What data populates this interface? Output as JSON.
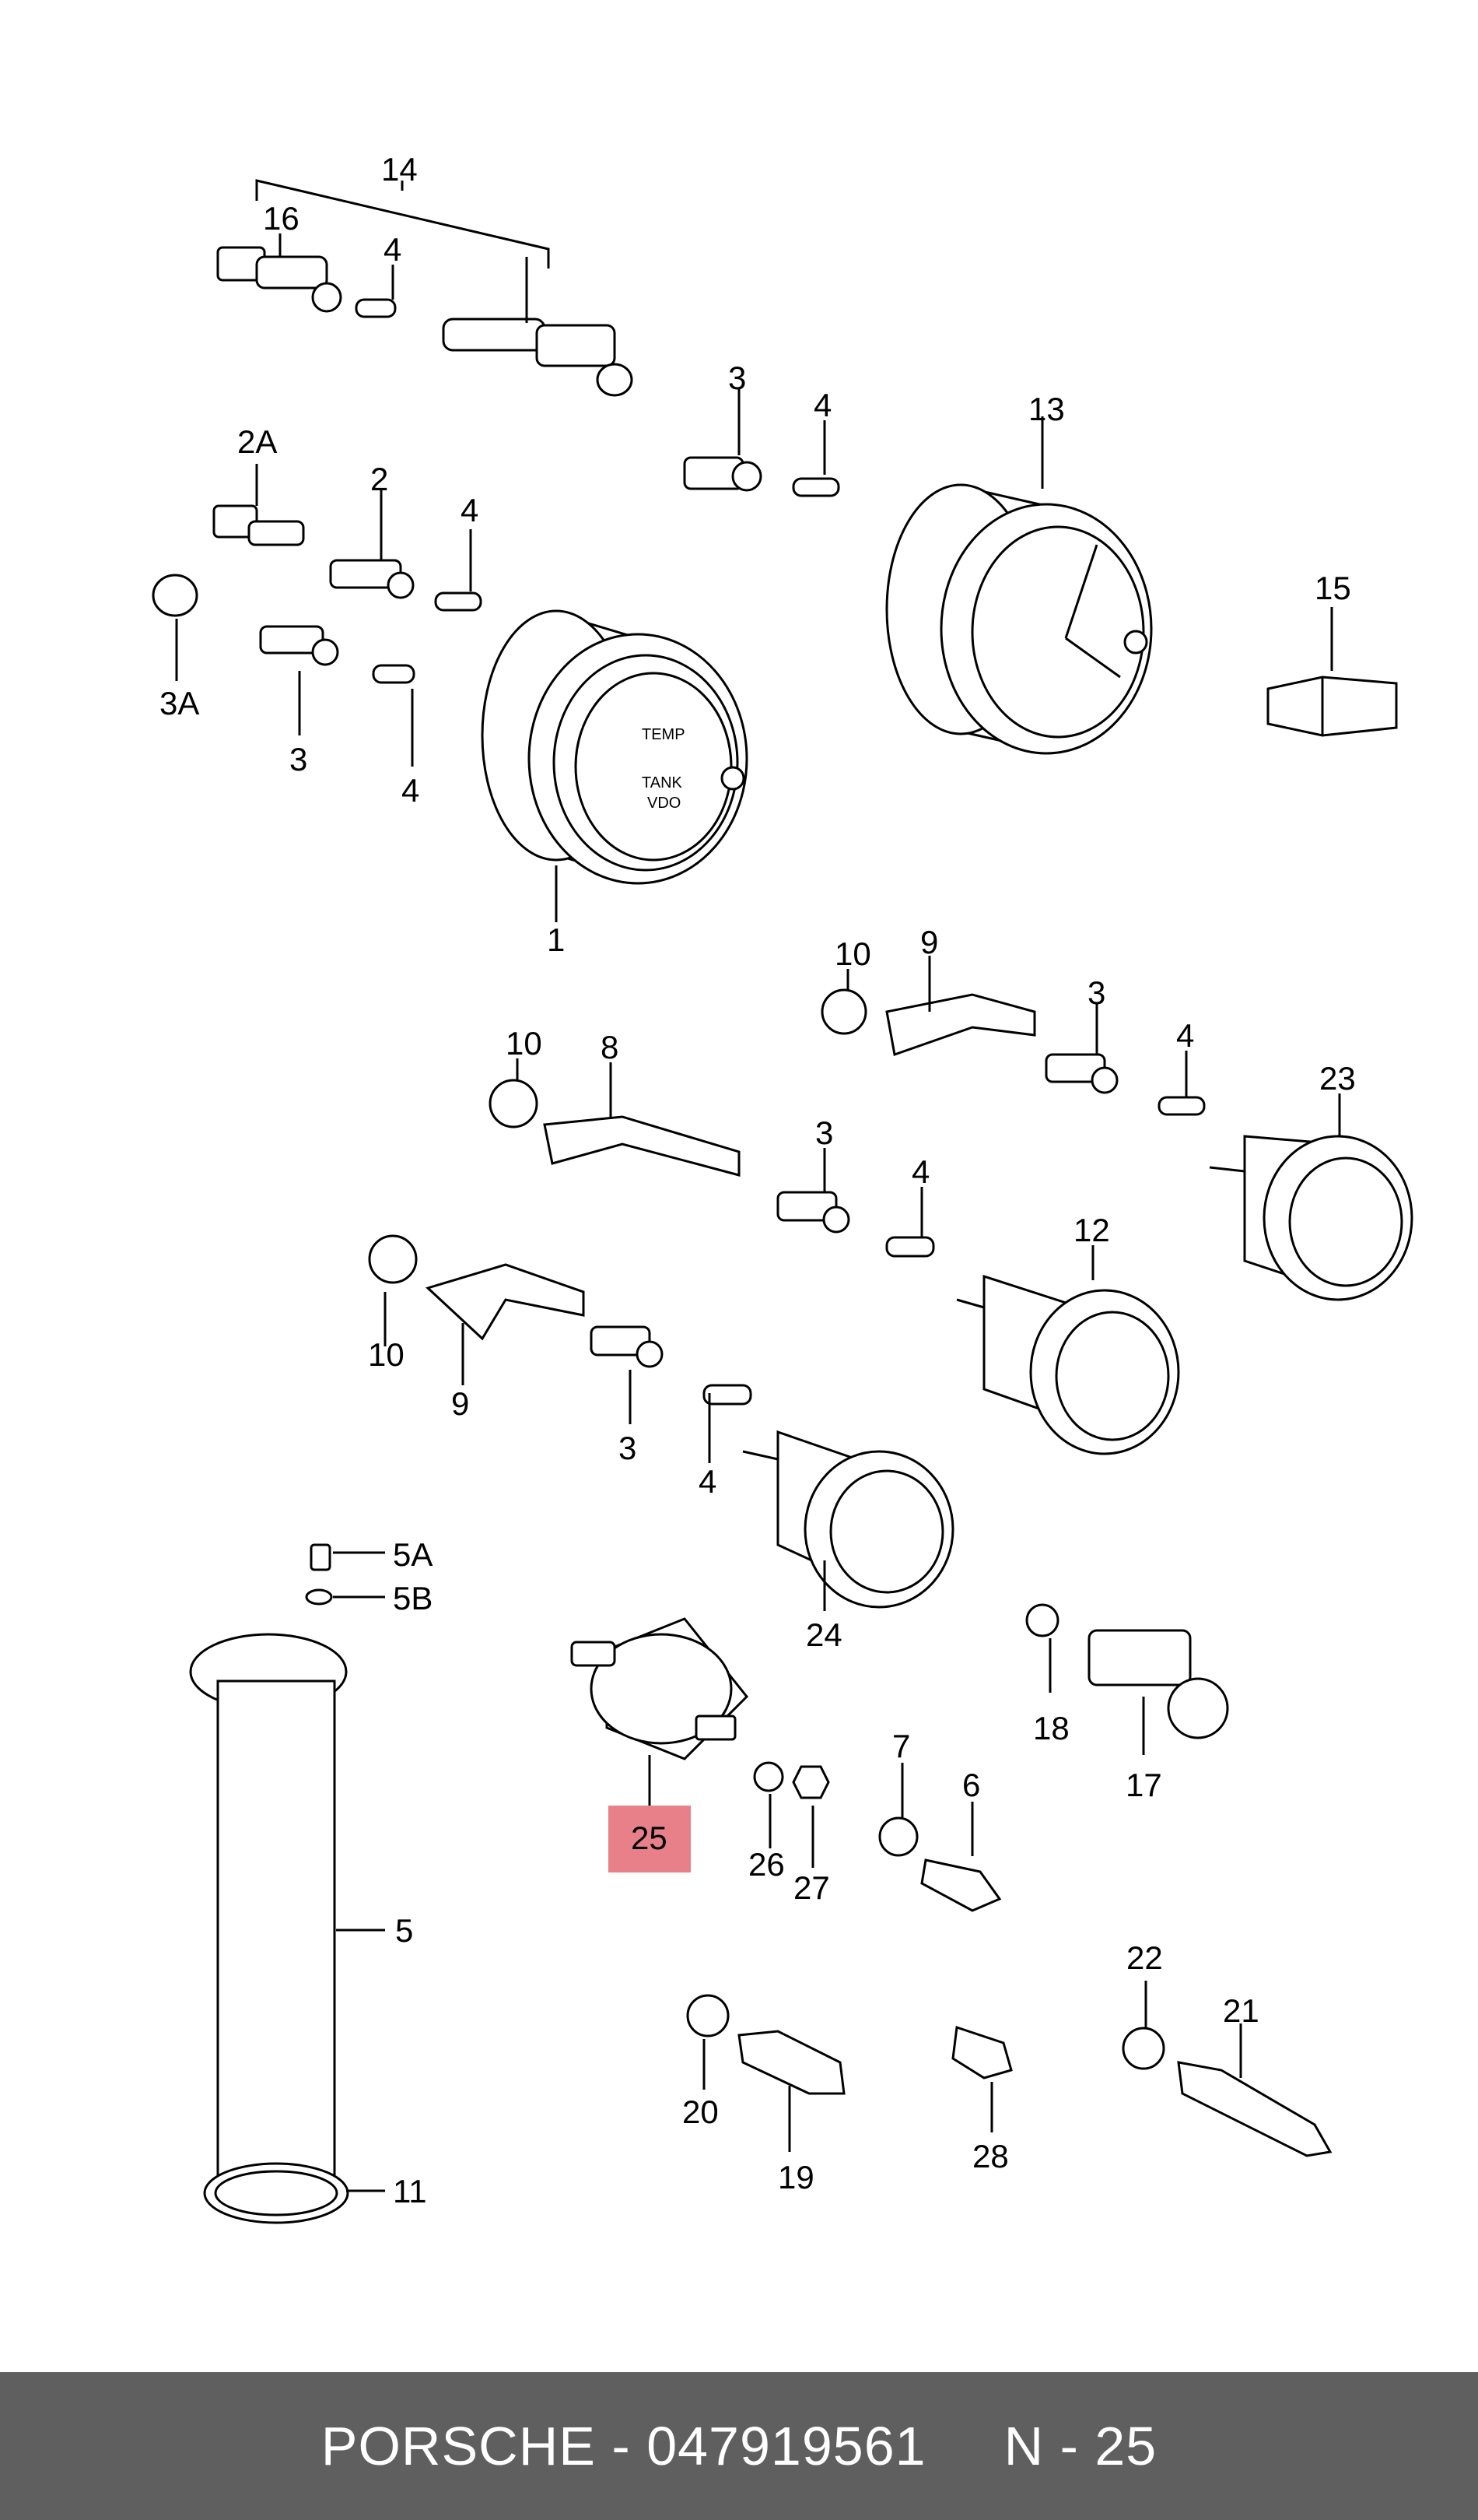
{
  "diagram": {
    "highlight_color": "#e8808a",
    "callouts": {
      "c14": "14",
      "c16": "16",
      "c4a": "4",
      "c3a": "3",
      "c4b": "4",
      "c13": "13",
      "c2A": "2A",
      "c2": "2",
      "c4c": "4",
      "c3A": "3A",
      "c3b": "3",
      "c4d": "4",
      "c15": "15",
      "c1": "1",
      "c10a": "10",
      "c9a": "9",
      "c3c": "3",
      "c4e": "4",
      "c23": "23",
      "c10b": "10",
      "c8": "8",
      "c3d": "3",
      "c4f": "4",
      "c12": "12",
      "c10c": "10",
      "c9b": "9",
      "c3e": "3",
      "c4g": "4",
      "c24": "24",
      "c5A": "5A",
      "c5B": "5B",
      "c18": "18",
      "c17": "17",
      "c25": "25",
      "c26": "26",
      "c27": "27",
      "c7": "7",
      "c6": "6",
      "c5": "5",
      "c22": "22",
      "c21": "21",
      "c20": "20",
      "c19": "19",
      "c28": "28",
      "c11": "11"
    },
    "gauge_text": {
      "temp": "TEMP",
      "tank": "TANK",
      "vdo": "VDO"
    }
  },
  "footer": {
    "brand": "PORSCHE",
    "separator1": " - ",
    "part_number": "047919561",
    "position": "N - 25",
    "background": "#5f5f5f"
  }
}
